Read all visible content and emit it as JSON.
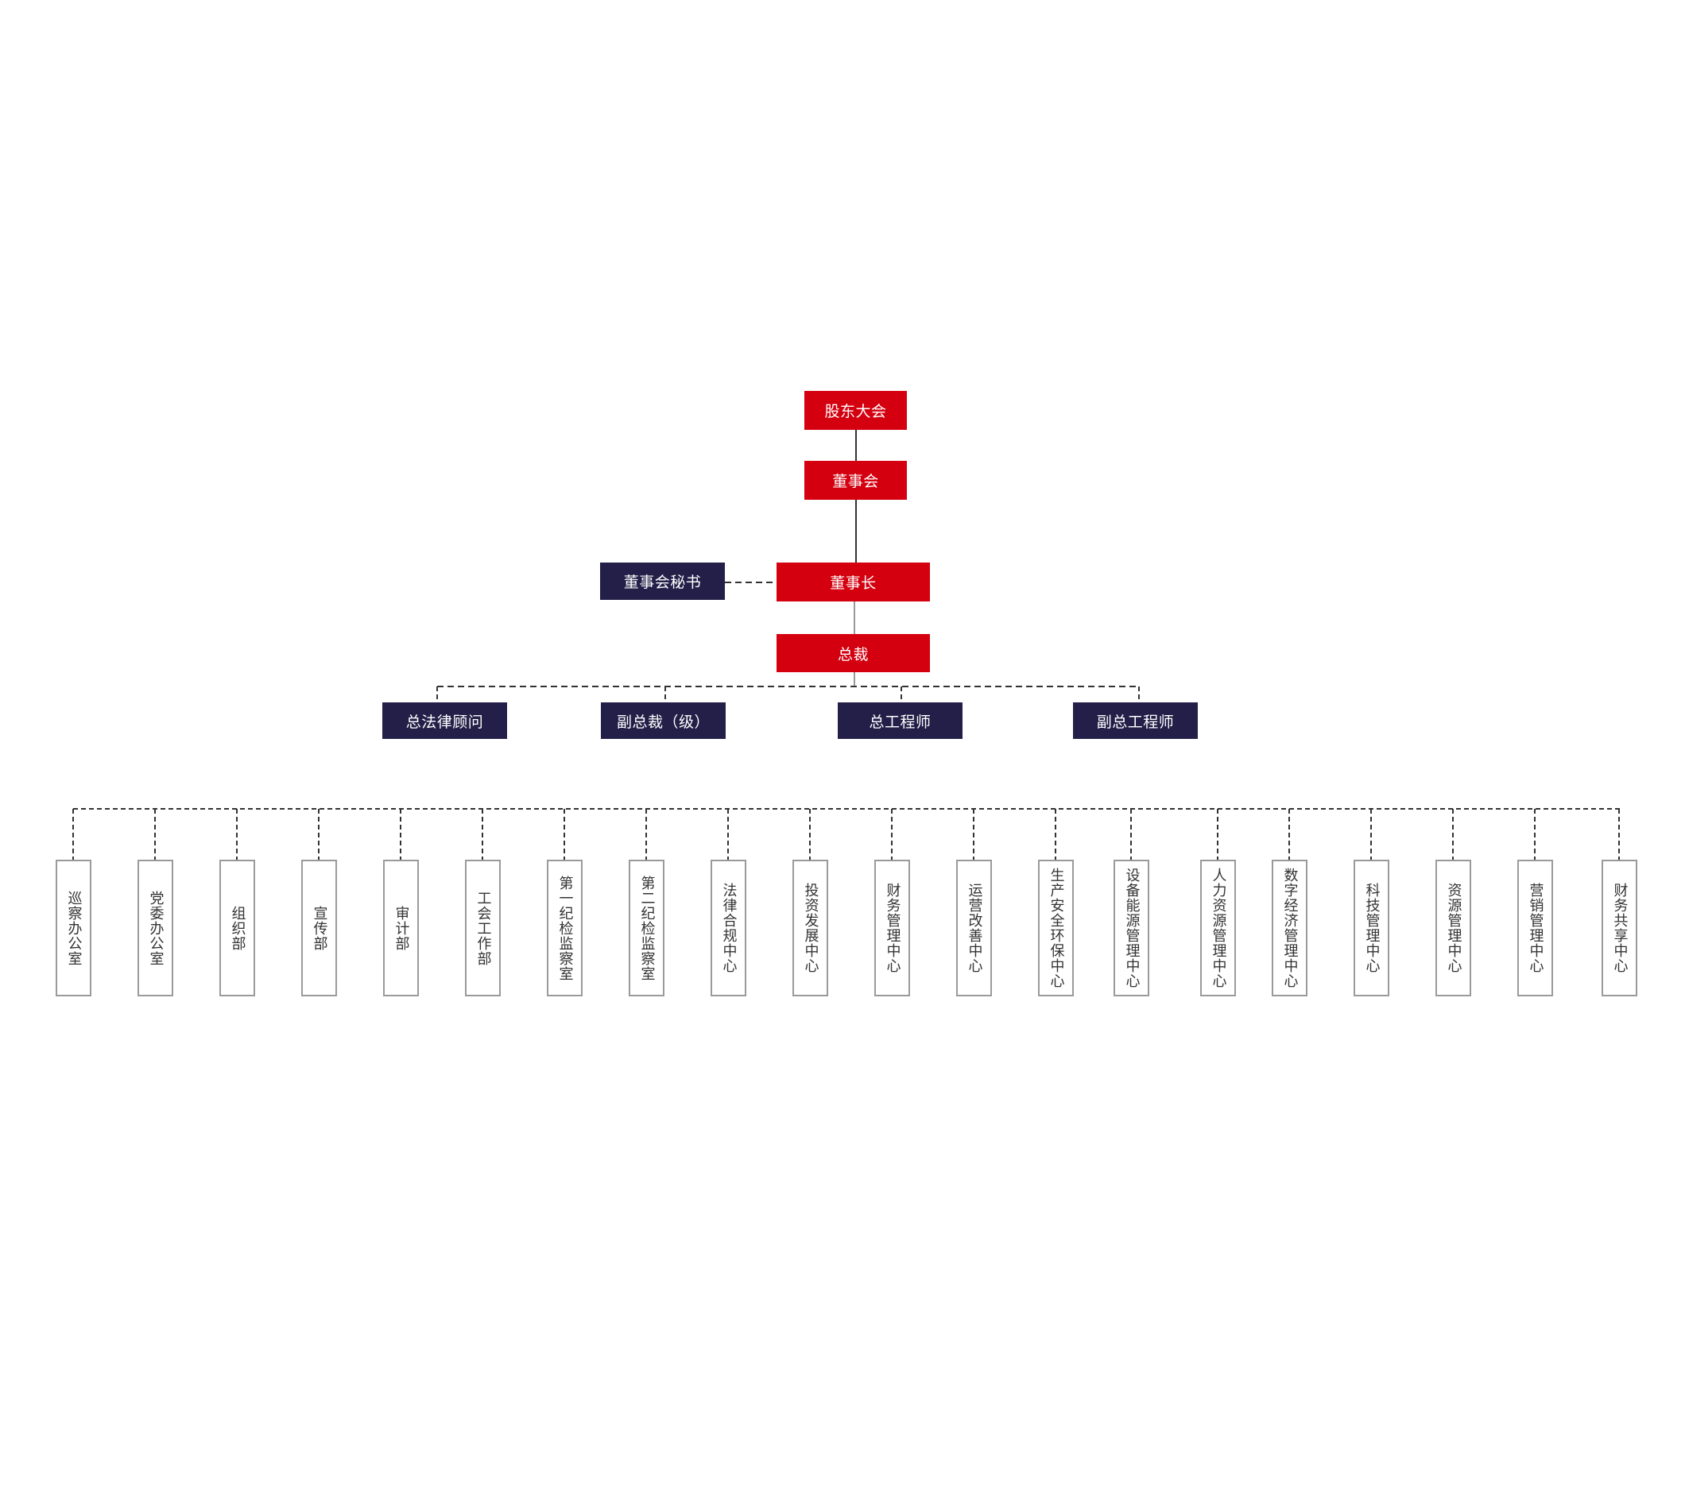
{
  "colors": {
    "primary": "#d4000f",
    "secondary": "#241f48",
    "department_border": "#9a9a9a"
  },
  "top": {
    "shareholders": "股东大会",
    "board": "董事会",
    "chairman": "董事长",
    "president": "总裁"
  },
  "board_secretary": "董事会秘书",
  "executives": [
    "总法律顾问",
    "副总裁（级）",
    "总工程师",
    "副总工程师"
  ],
  "departments": [
    "巡察办公室",
    "党委办公室",
    "组织部",
    "宣传部",
    "审计部",
    "工会工作部",
    "第一纪检监察室",
    "第二纪检监察室",
    "法律合规中心",
    "投资发展中心",
    "财务管理中心",
    "运营改善中心",
    "生产安全环保中心",
    "设备能源管理中心",
    "人力资源管理中心",
    "数字经济管理中心",
    "科技管理中心",
    "资源管理中心",
    "营销管理中心",
    "财务共享中心"
  ]
}
